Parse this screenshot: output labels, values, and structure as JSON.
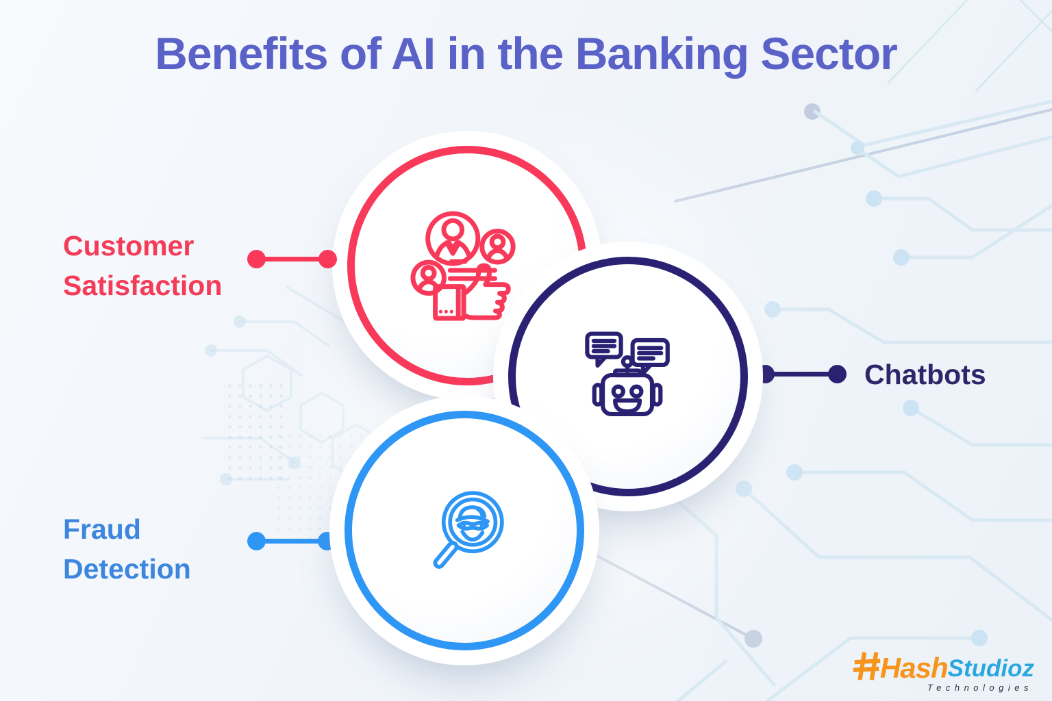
{
  "title": "Benefits of AI in the Banking Sector",
  "benefits": [
    {
      "label_lines": [
        "Customer",
        "Satisfaction"
      ],
      "icon": "customer-satisfaction-icon",
      "accent_color": "#F8395A",
      "text_color": "#F43B58"
    },
    {
      "label_lines": [
        "Chatbots"
      ],
      "icon": "chatbot-icon",
      "accent_color": "#2B2173",
      "text_color": "#2F2569"
    },
    {
      "label_lines": [
        "Fraud",
        "Detection"
      ],
      "icon": "fraud-detection-icon",
      "accent_color": "#2E96F5",
      "text_color": "#3C86DE"
    }
  ],
  "logo": {
    "brand_part1": "Hash",
    "brand_part2": "Studioz",
    "subtitle": "Technologies"
  },
  "palette": {
    "title_color": "#5A61C7",
    "background": "#F2F6FA",
    "circuit_line_light": "#D8E9F4",
    "circuit_line_gray": "#C7D2E2",
    "logo_orange": "#F7941D",
    "logo_blue": "#29A8DF"
  }
}
